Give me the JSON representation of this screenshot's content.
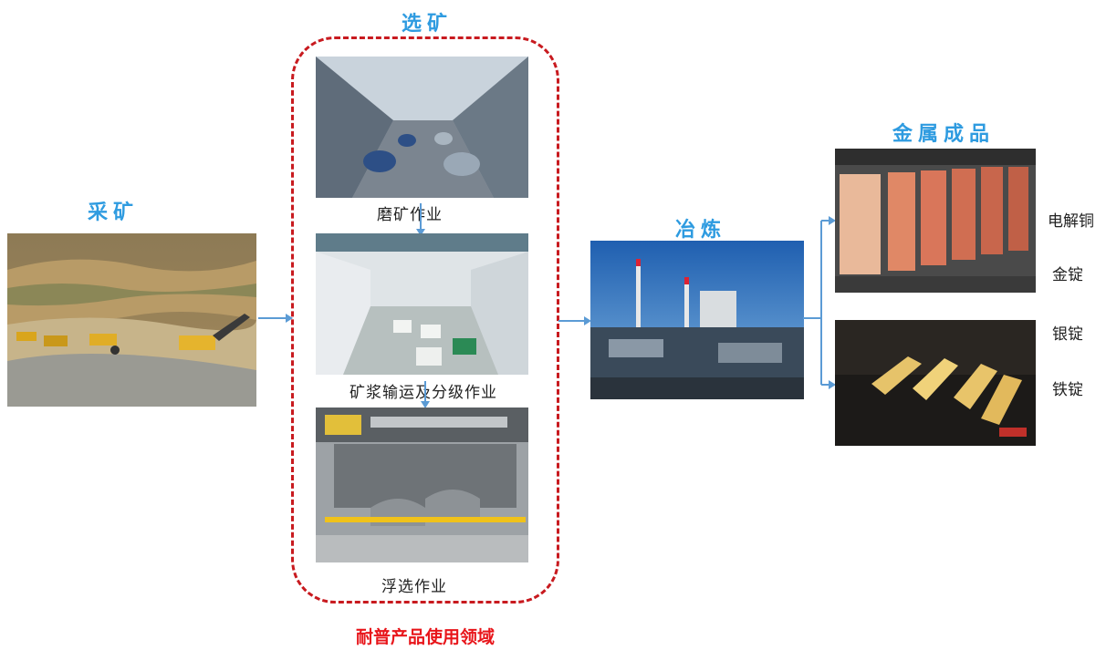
{
  "stages": {
    "mining": {
      "title": "采矿"
    },
    "beneficiation": {
      "title": "选矿",
      "steps": [
        {
          "caption": "磨矿作业"
        },
        {
          "caption": "矿浆输运及分级作业"
        },
        {
          "caption": "浮选作业"
        }
      ],
      "footer": "耐普产品使用领域"
    },
    "smelting": {
      "title": "冶炼"
    },
    "products": {
      "title": "金属成品",
      "items": [
        "电解铜",
        "金锭",
        "银锭",
        "铁锭"
      ]
    }
  },
  "colors": {
    "stage_title": "#2e9be0",
    "arrow": "#5b9bd5",
    "dashed_border": "#c81a1f",
    "footer_text": "#e8161b"
  }
}
